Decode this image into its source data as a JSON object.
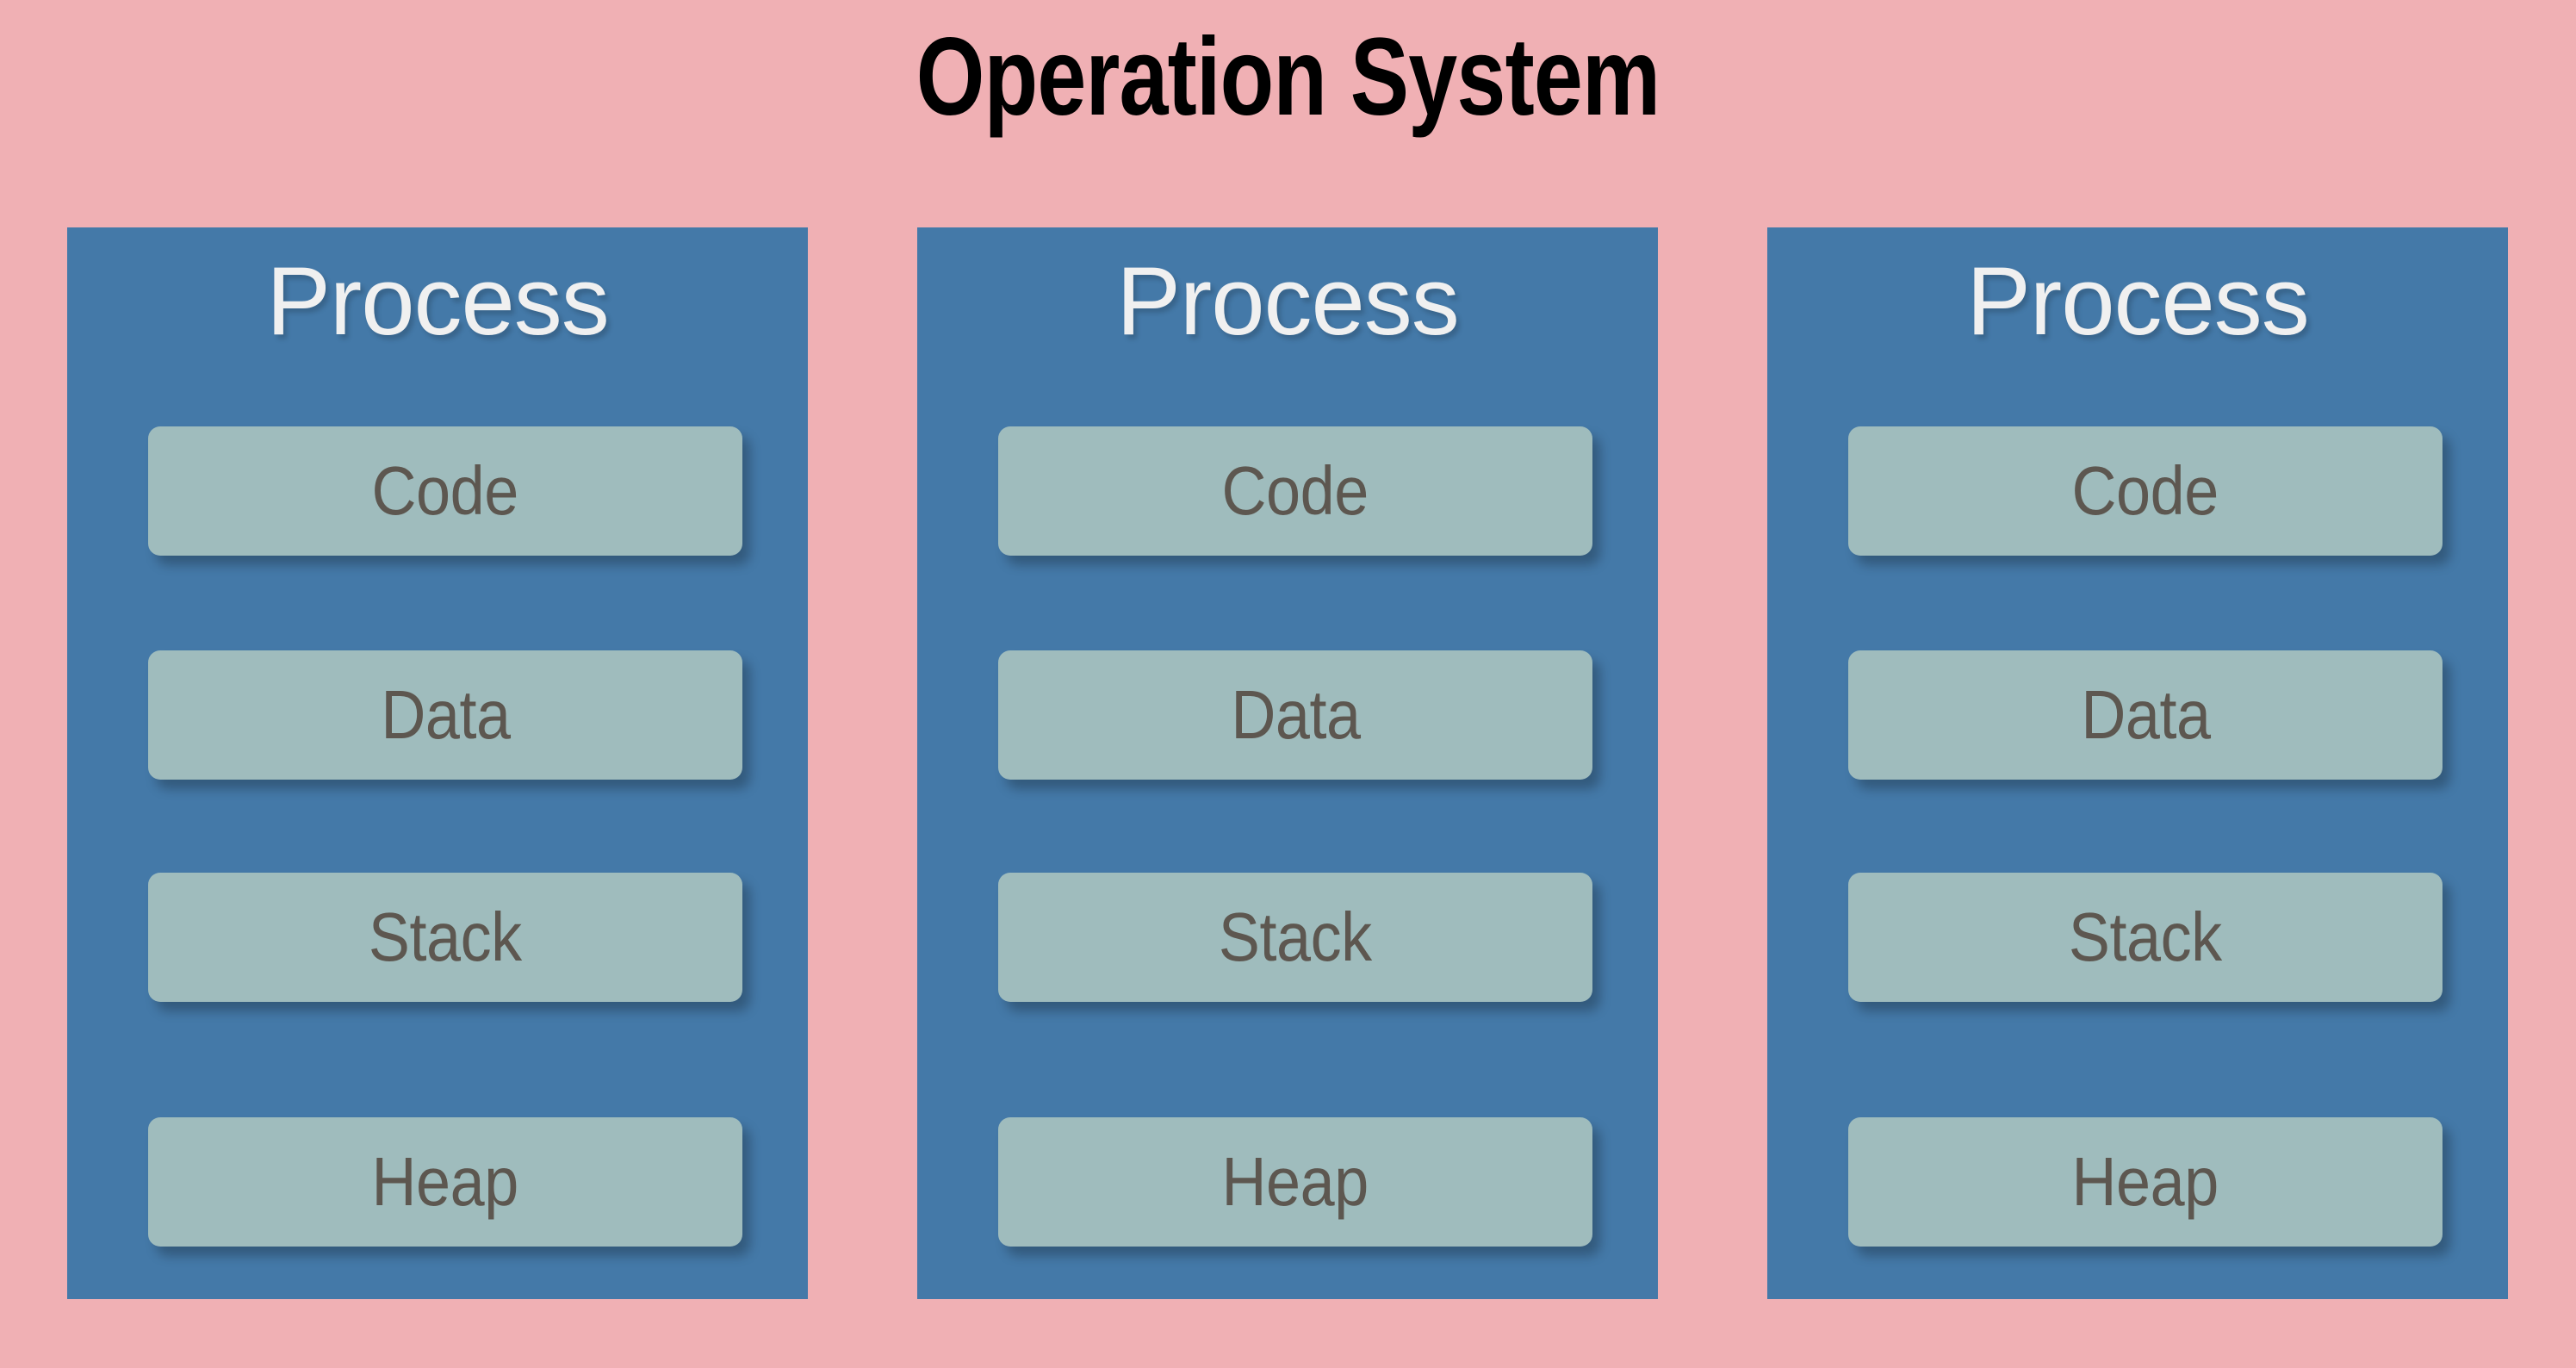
{
  "title": "Operation System",
  "colors": {
    "background": "#f0b0b4",
    "panel": "#4479a8",
    "segment": "#9fbcbd",
    "segment_text": "#5d5750",
    "heading_text": "#f0f0f0",
    "title_text": "#000000"
  },
  "processes": [
    {
      "heading": "Process",
      "segments": [
        {
          "label": "Code"
        },
        {
          "label": "Data"
        },
        {
          "label": "Stack"
        },
        {
          "label": "Heap"
        }
      ]
    },
    {
      "heading": "Process",
      "segments": [
        {
          "label": "Code"
        },
        {
          "label": "Data"
        },
        {
          "label": "Stack"
        },
        {
          "label": "Heap"
        }
      ]
    },
    {
      "heading": "Process",
      "segments": [
        {
          "label": "Code"
        },
        {
          "label": "Data"
        },
        {
          "label": "Stack"
        },
        {
          "label": "Heap"
        }
      ]
    }
  ]
}
